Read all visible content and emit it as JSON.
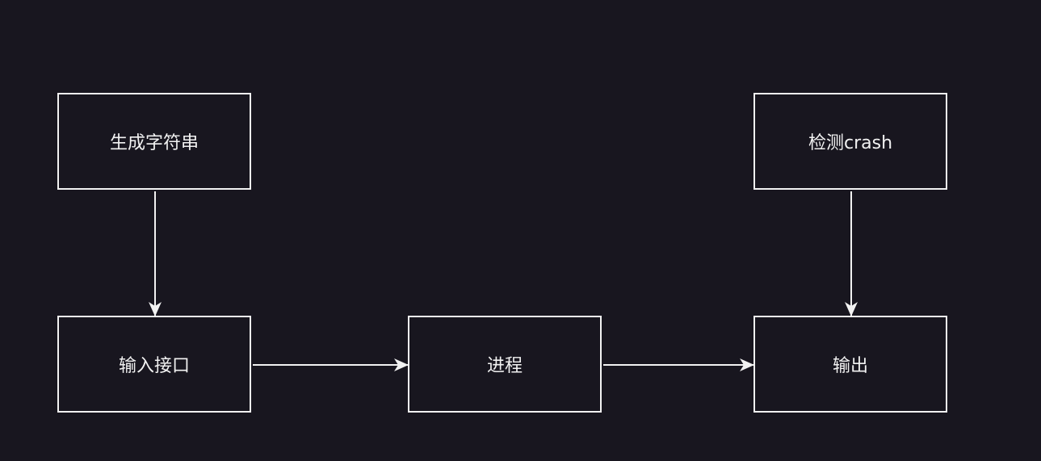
{
  "nodes": {
    "generate": {
      "label": "生成字符串"
    },
    "detect": {
      "label": "检测crash"
    },
    "input": {
      "label": "输入接口"
    },
    "process": {
      "label": "进程"
    },
    "output": {
      "label": "输出"
    }
  },
  "edges": [
    {
      "from": "生成字符串",
      "to": "输入接口"
    },
    {
      "from": "输入接口",
      "to": "进程"
    },
    {
      "from": "进程",
      "to": "输出"
    },
    {
      "from": "检测crash",
      "to": "输出"
    }
  ],
  "colors": {
    "background": "#18161f",
    "stroke": "#f2f2f2"
  }
}
